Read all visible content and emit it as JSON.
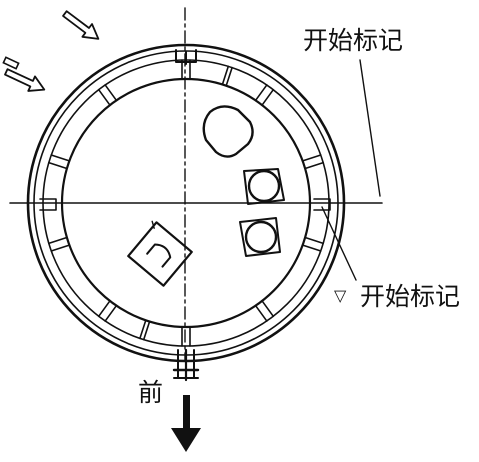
{
  "labels": {
    "start_mark_top": "开始标记",
    "start_mark_right": "开始标记",
    "front": "前"
  },
  "icons": {
    "right_marker_glyph": "▽"
  },
  "colors": {
    "ink": "#111111",
    "paper": "#ffffff"
  }
}
